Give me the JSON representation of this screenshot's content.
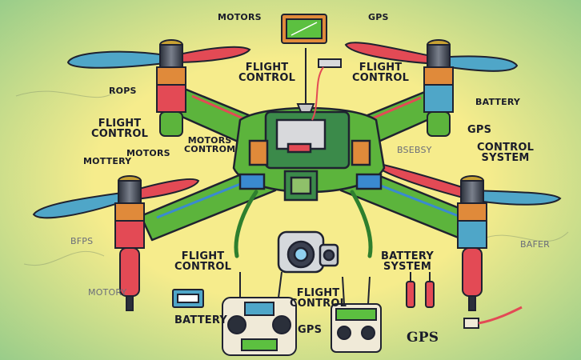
{
  "labels": {
    "motors_top": "MOTORS",
    "gps_top": "GPS",
    "flight_control_left_top": "FLIGHT\nCONTROL",
    "flight_control_right_top": "FLIGHT\nCONTROL",
    "rops": "ROPS",
    "battery_right": "BATTERY",
    "gps_right": "GPS",
    "flight_control_left": "FLIGHT\nCONTROL",
    "motors_mid": "MOTORS",
    "motors_contro": "MOTORS\nCONTROM",
    "mottery": "MOTTERY",
    "bsebsy": "BSEBSY",
    "control_system": "CONTROL\nSYSTEM",
    "bfps": "BFPS",
    "bafer": "BAFER",
    "flight_control_low": "FLIGHT\nCONTROL",
    "battery_system": "BATTERY\nSYSTEM",
    "flight_control_bottom": "FLIGHT\nCONTROL",
    "motory": "MOTORY",
    "battery_bottom": "BATTERY",
    "gps_bottom_small": "GPS",
    "gps_bottom_large": "GPS"
  },
  "colors": {
    "background": "#f4e98a",
    "background_edge": "#8ec98a",
    "arm_green": "#5cb43c",
    "propeller_blue": "#4fa6c8",
    "propeller_red": "#e34a55",
    "board_green": "#3b8a4a",
    "outline": "#1f2230"
  },
  "icons": [
    "drone-icon",
    "remote-controller-icon",
    "camera-icon",
    "screen-icon",
    "battery-icon",
    "wire-icon"
  ]
}
